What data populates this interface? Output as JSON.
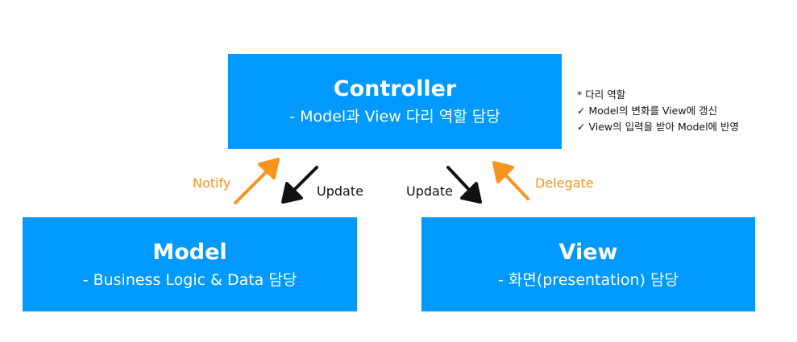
{
  "controller": {
    "title": "Controller",
    "subtitle": "- Model과 View 다리 역할 담당"
  },
  "model": {
    "title": "Model",
    "subtitle": "- Business Logic & Data 담당"
  },
  "view": {
    "title": "View",
    "subtitle": "- 화면(presentation) 담당"
  },
  "note": {
    "line1": "* 다리 역할",
    "line2": "✓ Model의 변화를 View에 갱신",
    "line3": "✓ View의 입력을 받아 Model에 반영"
  },
  "arrows": {
    "notify": "Notify",
    "update_left": "Update",
    "update_right": "Update",
    "delegate": "Delegate"
  },
  "colors": {
    "box": "#0099ff",
    "box_text": "#ffffff",
    "arrow_orange": "#f7941d",
    "arrow_dark": "#111111"
  }
}
